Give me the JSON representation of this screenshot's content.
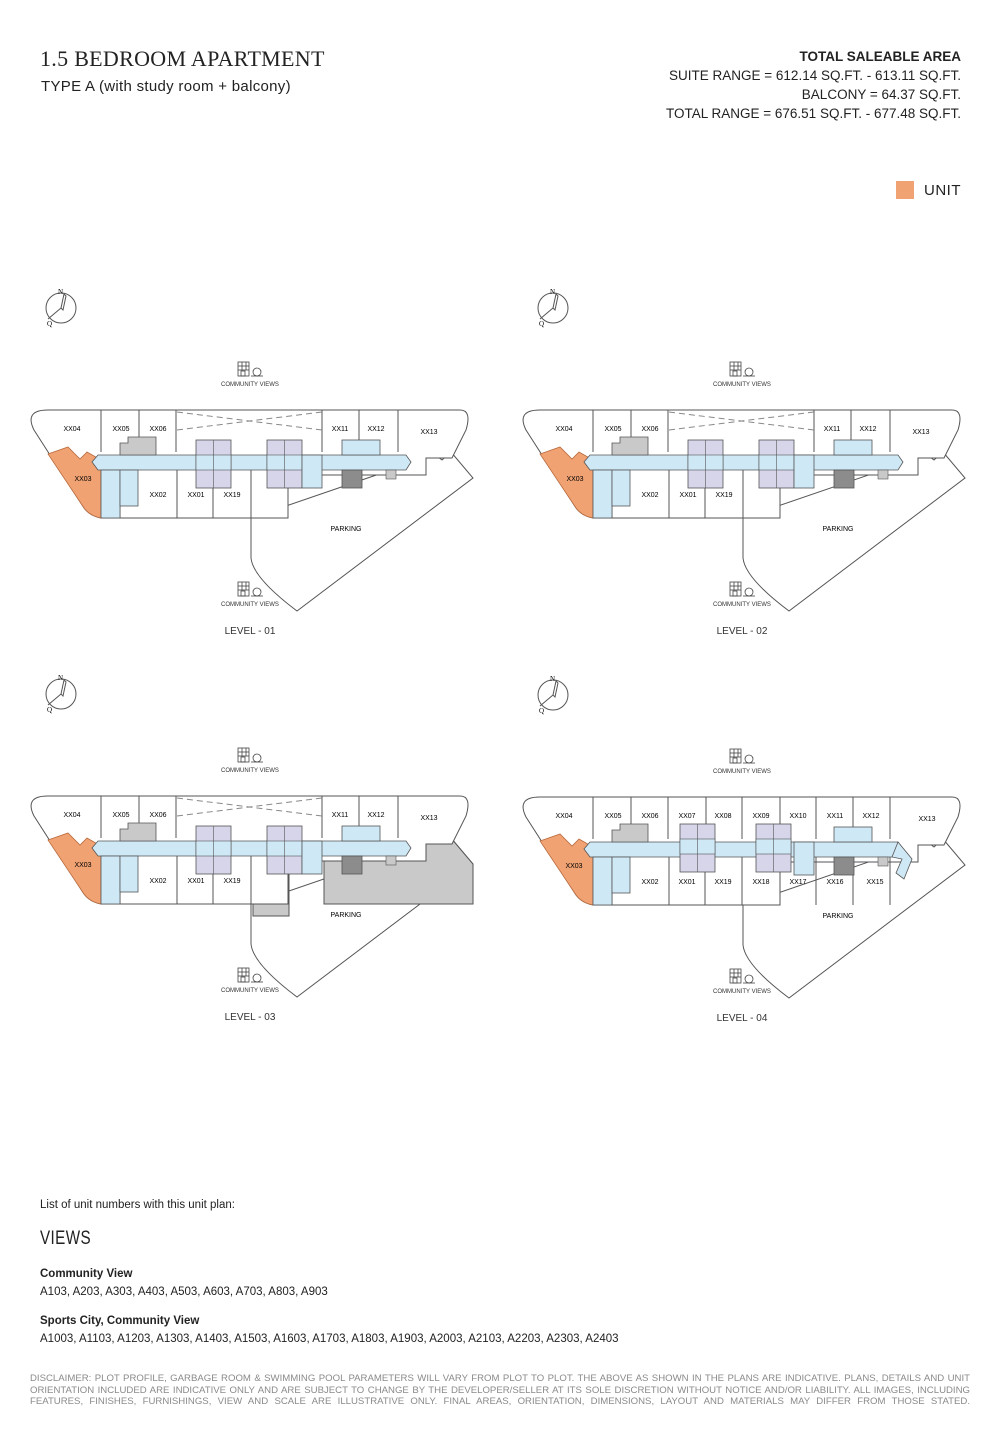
{
  "header": {
    "title": "1.5 BEDROOM APARTMENT",
    "subtitle": "TYPE A (with study room + balcony)"
  },
  "area": {
    "heading": "TOTAL SALEABLE AREA",
    "suite": "SUITE RANGE = 612.14 SQ.FT. - 613.11 SQ.FT.",
    "balcony": "BALCONY = 64.37 SQ.FT.",
    "total": "TOTAL RANGE = 676.51 SQ.FT. - 677.48 SQ.FT."
  },
  "legend": {
    "label": "UNIT",
    "color": "#f0a273"
  },
  "common": {
    "views_label": "COMMUNITY VIEWS",
    "parking": "PARKING",
    "compass_n": "N",
    "compass_q": "Q"
  },
  "levels": [
    {
      "name": "LEVEL - 01",
      "units": [
        "XX04",
        "XX05",
        "XX06",
        "XX11",
        "XX12",
        "XX13",
        "XX03",
        "XX02",
        "XX01",
        "XX19"
      ]
    },
    {
      "name": "LEVEL - 02",
      "units": [
        "XX04",
        "XX05",
        "XX06",
        "XX11",
        "XX12",
        "XX13",
        "XX03",
        "XX02",
        "XX01",
        "XX19"
      ]
    },
    {
      "name": "LEVEL - 03",
      "units": [
        "XX04",
        "XX05",
        "XX06",
        "XX11",
        "XX12",
        "XX13",
        "XX03",
        "XX02",
        "XX01",
        "XX19"
      ]
    },
    {
      "name": "LEVEL - 04",
      "units": [
        "XX04",
        "XX05",
        "XX06",
        "XX07",
        "XX08",
        "XX09",
        "XX10",
        "XX11",
        "XX12",
        "XX13",
        "XX03",
        "XX02",
        "XX01",
        "XX19",
        "XX18",
        "XX17",
        "XX16",
        "XX15"
      ]
    }
  ],
  "list": {
    "intro": "List of unit numbers with this unit plan:",
    "views_heading": "VIEWS",
    "groups": [
      {
        "name": "Community View",
        "units": "A103, A203, A303, A403, A503, A603, A703, A803, A903"
      },
      {
        "name": "Sports City, Community View",
        "units": "A1003, A1103, A1203, A1303, A1403, A1503, A1603, A1703, A1803, A1903, A2003, A2103, A2203, A2303, A2403"
      }
    ]
  },
  "disclaimer": "DISCLAIMER: PLOT PROFILE, GARBAGE ROOM & SWIMMING POOL PARAMETERS WILL VARY FROM PLOT TO PLOT. THE ABOVE AS SHOWN IN THE PLANS ARE INDICATIVE. PLANS, DETAILS AND UNIT ORIENTATION INCLUDED ARE INDICATIVE ONLY AND ARE SUBJECT TO CHANGE BY THE DEVELOPER/SELLER AT ITS SOLE DISCRETION WITHOUT NOTICE AND/OR LIABILITY. ALL IMAGES, INCLUDING FEATURES, FINISHES, FURNISHINGS, VIEW AND SCALE ARE ILLUSTRATIVE ONLY. FINAL AREAS, ORIENTATION, DIMENSIONS, LAYOUT AND MATERIALS MAY DIFFER FROM THOSE STATED."
}
